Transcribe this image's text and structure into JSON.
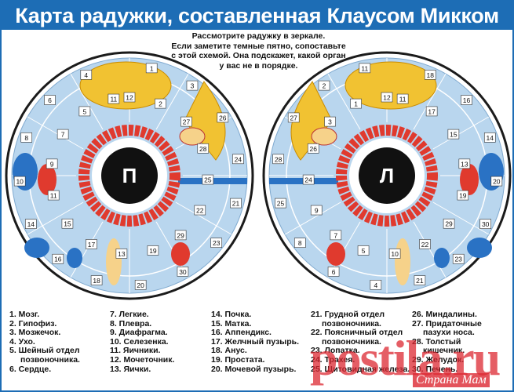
{
  "title": "Карта радужки, составленная Клаусом Микком",
  "intro": [
    "Рассмотрите радужку в зеркале.",
    "Если заметите темные пятно, сопоставьте",
    "с этой схемой. Она подскажет, какой орган",
    "у вас не в порядке."
  ],
  "left_eye": {
    "pupil_label": "П",
    "zones": [
      "12",
      "1",
      "2",
      "3",
      "27",
      "26",
      "28",
      "24",
      "25",
      "21",
      "22",
      "23",
      "29",
      "30",
      "19",
      "20",
      "13",
      "18",
      "17",
      "16",
      "15",
      "14",
      "11",
      "10",
      "9",
      "8",
      "7",
      "6",
      "5",
      "4",
      "11"
    ]
  },
  "right_eye": {
    "pupil_label": "Л",
    "zones": [
      "12",
      "11",
      "1",
      "2",
      "3",
      "27",
      "26",
      "28",
      "24",
      "25",
      "9",
      "8",
      "7",
      "6",
      "5",
      "4",
      "10",
      "21",
      "22",
      "23",
      "29",
      "30",
      "19",
      "20",
      "13",
      "14",
      "15",
      "16",
      "17",
      "18",
      "11"
    ]
  },
  "colors": {
    "frame": "#1d6db5",
    "iris": "#b9d6ee",
    "colon": "#e03a2e",
    "brain": "#f1c232"
  },
  "legend": [
    [
      "1. Мозг.",
      "2. Гипофиз.",
      "3. Мозжечок.",
      "4. Ухо.",
      "5. Шейный отдел",
      "позвоночника.",
      "6. Сердце."
    ],
    [
      "7. Легкие.",
      "8. Плевра.",
      "9. Диафрагма.",
      "10. Селезенка.",
      "11. Яичники.",
      "12. Мочеточник.",
      "13. Яички."
    ],
    [
      "14. Почка.",
      "15. Матка.",
      "16. Аппендикс.",
      "17. Желчный пузырь.",
      "18. Анус.",
      "19. Простата.",
      "20. Мочевой пузырь."
    ],
    [
      "21. Грудной отдел",
      "позвоночника.",
      "22. Поясничный отдел",
      "позвоночника.",
      "23. Лопатка.",
      "24. Трахея.",
      "25. Щитовидная железа."
    ],
    [
      "26. Миндалины.",
      "27. Придаточные",
      "пазухи носа.",
      "28. Толстый",
      "кишечник.",
      "29. Желудок.",
      "30. Печень."
    ]
  ],
  "watermark": {
    "main": "postila.ru",
    "sub": "Страна Мам"
  }
}
